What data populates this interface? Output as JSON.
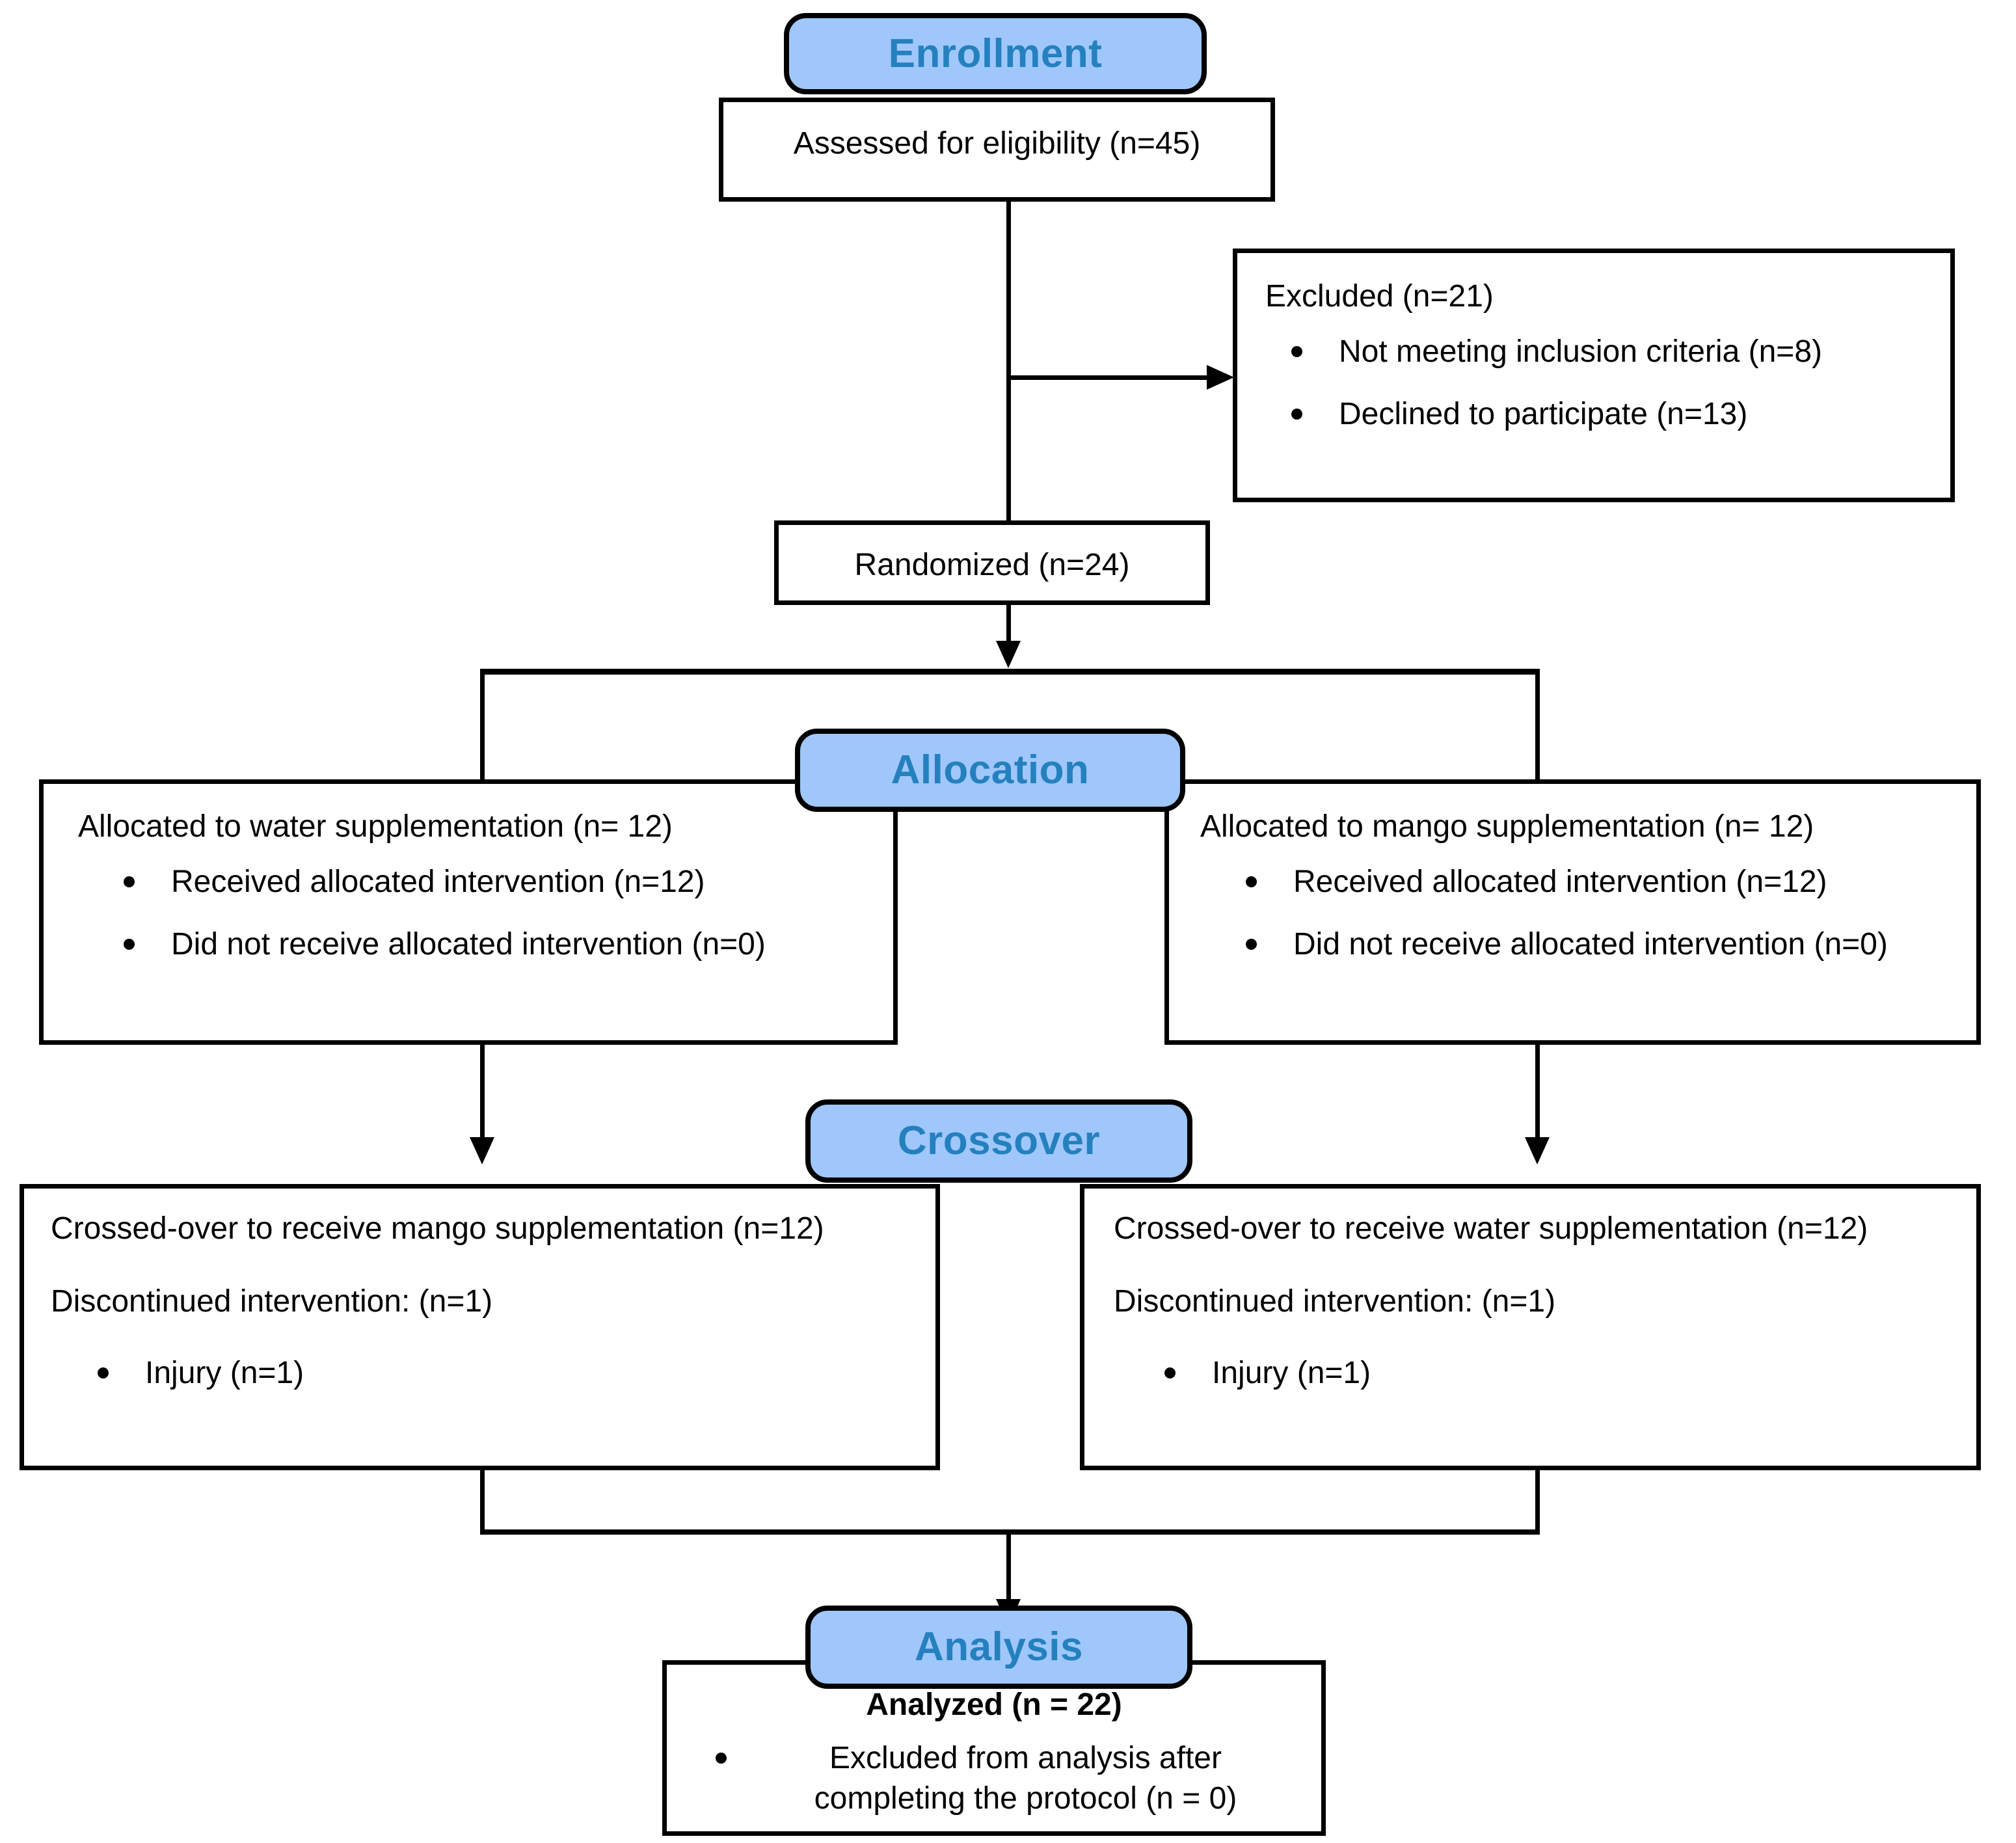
{
  "diagram": {
    "title": "CONSORT Participant Flow Diagram",
    "accent_blue_fill": "#9FC7FB",
    "accent_blue_text": "#2580BE",
    "line_color": "#000000",
    "box_fill": "#FFFFFF"
  },
  "stages": {
    "enrollment_label": "Enrollment",
    "allocation_label": "Allocation",
    "crossover_label": "Crossover",
    "analysis_label": "Analysis"
  },
  "enrollment": {
    "assessed": "Assessed for eligibility (n=45)"
  },
  "excluded": {
    "heading": "Excluded (n=21)",
    "reasons": [
      "Not meeting inclusion criteria (n=8)",
      "Declined to participate (n=13)"
    ]
  },
  "randomized": {
    "label": "Randomized (n=24)"
  },
  "allocation": {
    "left": {
      "heading": "Allocated to water supplementation (n= 12)",
      "items": [
        "Received allocated intervention (n=12)",
        "Did not receive allocated intervention (n=0)"
      ]
    },
    "right": {
      "heading": "Allocated to mango supplementation (n= 12)",
      "items": [
        "Received allocated intervention (n=12)",
        "Did not receive allocated intervention (n=0)"
      ]
    }
  },
  "crossover": {
    "left": {
      "heading": "Crossed-over to receive mango supplementation (n=12)",
      "discontinued": "Discontinued intervention: (n=1)",
      "items": [
        "Injury (n=1)"
      ]
    },
    "right": {
      "heading": "Crossed-over to receive water supplementation (n=12)",
      "discontinued": "Discontinued intervention: (n=1)",
      "items": [
        "Injury (n=1)"
      ]
    }
  },
  "analysis": {
    "heading": "Analyzed (n = 22)",
    "items": [
      "Excluded from analysis after completing the protocol (n = 0)"
    ]
  },
  "chart_data": {
    "type": "diagram",
    "title": "CONSORT Flow Diagram",
    "nodes": [
      {
        "id": "assessed",
        "stage": "Enrollment",
        "label": "Assessed for eligibility (n=45)",
        "n": 45
      },
      {
        "id": "excluded",
        "stage": "Enrollment",
        "label": "Excluded (n=21)",
        "n": 21,
        "breakdown": [
          {
            "label": "Not meeting inclusion criteria",
            "n": 8
          },
          {
            "label": "Declined to participate",
            "n": 13
          }
        ]
      },
      {
        "id": "randomized",
        "stage": "Enrollment",
        "label": "Randomized (n=24)",
        "n": 24
      },
      {
        "id": "alloc_water",
        "stage": "Allocation",
        "label": "Allocated to water supplementation (n= 12)",
        "n": 12,
        "breakdown": [
          {
            "label": "Received allocated intervention",
            "n": 12
          },
          {
            "label": "Did not receive allocated intervention",
            "n": 0
          }
        ]
      },
      {
        "id": "alloc_mango",
        "stage": "Allocation",
        "label": "Allocated to mango supplementation (n= 12)",
        "n": 12,
        "breakdown": [
          {
            "label": "Received allocated intervention",
            "n": 12
          },
          {
            "label": "Did not receive allocated intervention",
            "n": 0
          }
        ]
      },
      {
        "id": "cross_mango",
        "stage": "Crossover",
        "label": "Crossed-over to receive mango supplementation (n=12)",
        "n": 12,
        "breakdown": [
          {
            "label": "Discontinued intervention",
            "n": 1
          },
          {
            "label": "Injury",
            "n": 1
          }
        ]
      },
      {
        "id": "cross_water",
        "stage": "Crossover",
        "label": "Crossed-over to receive water supplementation (n=12)",
        "n": 12,
        "breakdown": [
          {
            "label": "Discontinued intervention",
            "n": 1
          },
          {
            "label": "Injury",
            "n": 1
          }
        ]
      },
      {
        "id": "analyzed",
        "stage": "Analysis",
        "label": "Analyzed (n = 22)",
        "n": 22,
        "breakdown": [
          {
            "label": "Excluded from analysis after completing the protocol",
            "n": 0
          }
        ]
      }
    ],
    "edges": [
      {
        "from": "assessed",
        "to": "excluded"
      },
      {
        "from": "assessed",
        "to": "randomized"
      },
      {
        "from": "randomized",
        "to": "alloc_water"
      },
      {
        "from": "randomized",
        "to": "alloc_mango"
      },
      {
        "from": "alloc_water",
        "to": "cross_mango"
      },
      {
        "from": "alloc_mango",
        "to": "cross_water"
      },
      {
        "from": "cross_mango",
        "to": "analyzed"
      },
      {
        "from": "cross_water",
        "to": "analyzed"
      }
    ]
  }
}
